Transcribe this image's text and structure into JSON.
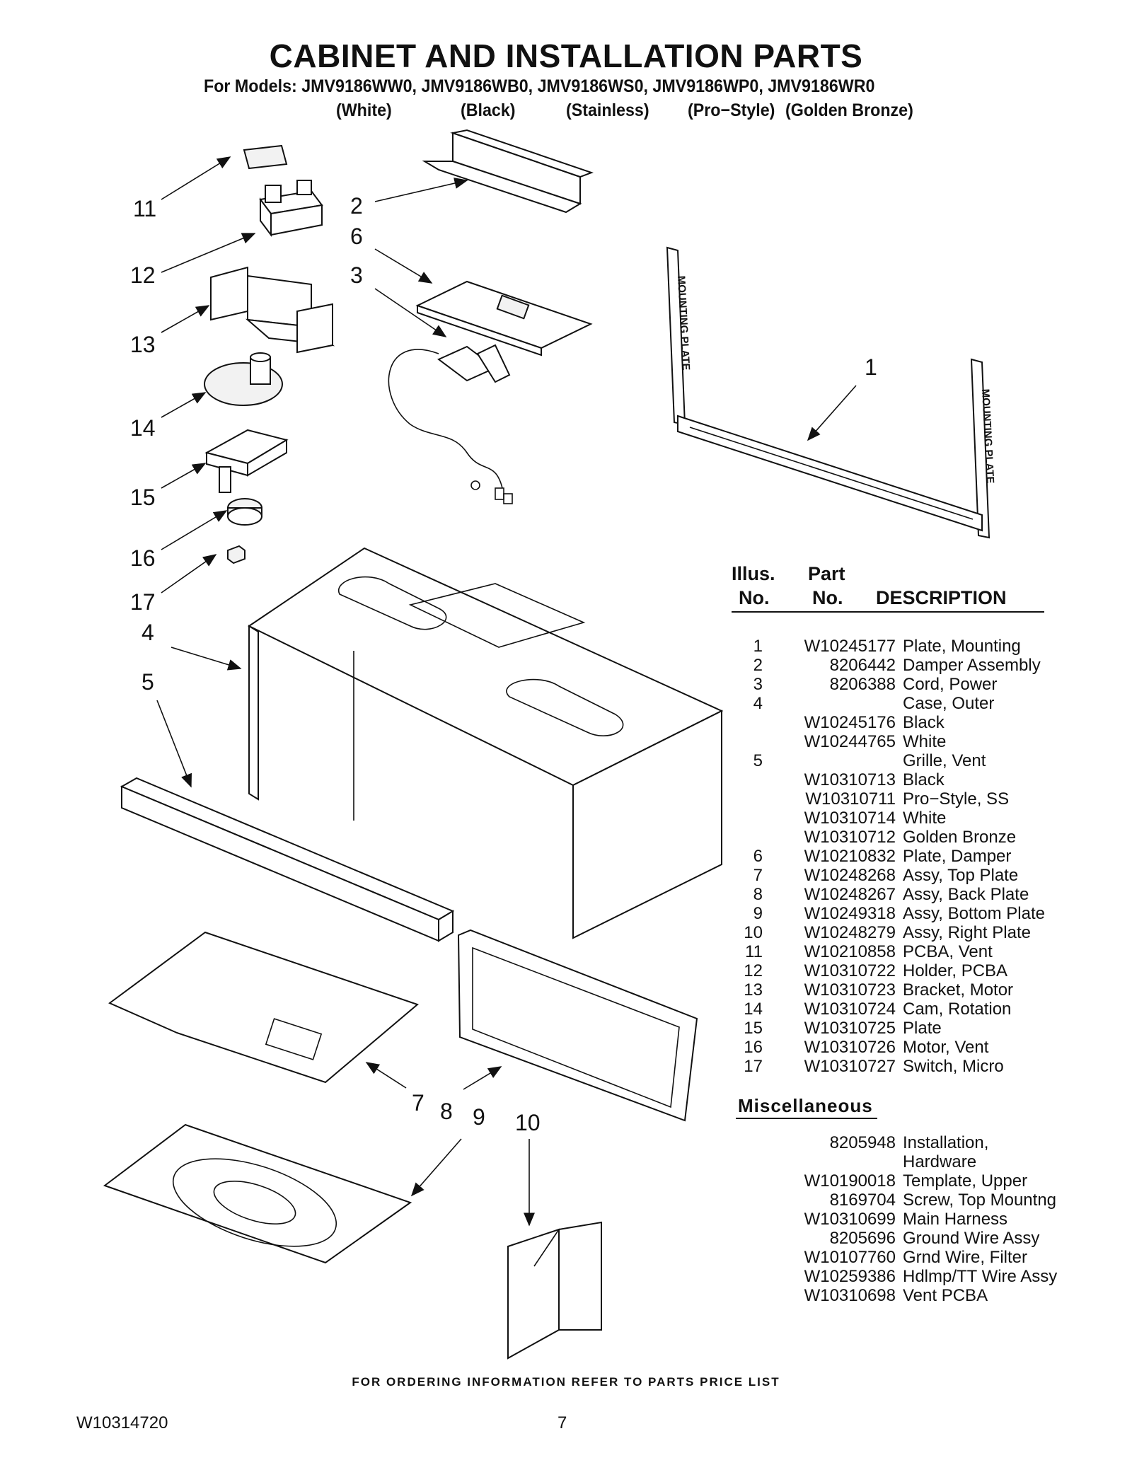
{
  "header": {
    "title": "CABINET AND INSTALLATION PARTS",
    "models_line": "For Models: JMV9186WW0, JMV9186WB0, JMV9186WS0, JMV9186WP0, JMV9186WR0",
    "variants": [
      "(White)",
      "(Black)",
      "(Stainless)",
      "(Pro−Style)",
      "(Golden Bronze)"
    ]
  },
  "diagram": {
    "callouts": [
      "1",
      "2",
      "3",
      "4",
      "5",
      "6",
      "7",
      "8",
      "9",
      "10",
      "11",
      "12",
      "13",
      "14",
      "15",
      "16",
      "17"
    ],
    "mounting_plate_text": "MOUNTING PLATE"
  },
  "table": {
    "col_illus_1": "Illus.",
    "col_illus_2": "No.",
    "col_part_1": "Part",
    "col_part_2": "No.",
    "col_desc": "DESCRIPTION",
    "rows": [
      {
        "no": "1",
        "part": "W10245177",
        "desc": "Plate, Mounting"
      },
      {
        "no": "2",
        "part": "8206442",
        "desc": "Damper Assembly"
      },
      {
        "no": "3",
        "part": "8206388",
        "desc": "Cord, Power"
      },
      {
        "no": "4",
        "part": "",
        "desc": "Case, Outer"
      },
      {
        "no": "",
        "part": "W10245176",
        "desc": "Black"
      },
      {
        "no": "",
        "part": "W10244765",
        "desc": "White"
      },
      {
        "no": "5",
        "part": "",
        "desc": "Grille, Vent"
      },
      {
        "no": "",
        "part": "W10310713",
        "desc": "Black"
      },
      {
        "no": "",
        "part": "W10310711",
        "desc": "Pro−Style, SS"
      },
      {
        "no": "",
        "part": "W10310714",
        "desc": "White"
      },
      {
        "no": "",
        "part": "W10310712",
        "desc": "Golden Bronze"
      },
      {
        "no": "6",
        "part": "W10210832",
        "desc": "Plate, Damper"
      },
      {
        "no": "7",
        "part": "W10248268",
        "desc": "Assy, Top Plate"
      },
      {
        "no": "8",
        "part": "W10248267",
        "desc": "Assy, Back Plate"
      },
      {
        "no": "9",
        "part": "W10249318",
        "desc": "Assy, Bottom Plate"
      },
      {
        "no": "10",
        "part": "W10248279",
        "desc": "Assy, Right Plate"
      },
      {
        "no": "11",
        "part": "W10210858",
        "desc": "PCBA, Vent"
      },
      {
        "no": "12",
        "part": "W10310722",
        "desc": "Holder, PCBA"
      },
      {
        "no": "13",
        "part": "W10310723",
        "desc": "Bracket, Motor"
      },
      {
        "no": "14",
        "part": "W10310724",
        "desc": "Cam, Rotation"
      },
      {
        "no": "15",
        "part": "W10310725",
        "desc": "Plate"
      },
      {
        "no": "16",
        "part": "W10310726",
        "desc": "Motor, Vent"
      },
      {
        "no": "17",
        "part": "W10310727",
        "desc": "Switch, Micro"
      }
    ]
  },
  "miscellaneous": {
    "title": "Miscellaneous",
    "rows": [
      {
        "part": "8205948",
        "desc": "Installation,"
      },
      {
        "part": "",
        "desc": "Hardware"
      },
      {
        "part": "W10190018",
        "desc": "Template, Upper"
      },
      {
        "part": "8169704",
        "desc": "Screw, Top Mountng"
      },
      {
        "part": "W10310699",
        "desc": "Main Harness"
      },
      {
        "part": "8205696",
        "desc": "Ground Wire Assy"
      },
      {
        "part": "W10107760",
        "desc": "Grnd Wire, Filter"
      },
      {
        "part": "W10259386",
        "desc": "Hdlmp/TT Wire Assy"
      },
      {
        "part": "W10310698",
        "desc": "Vent PCBA"
      }
    ]
  },
  "footer": {
    "ordering_note": "FOR ORDERING INFORMATION REFER TO PARTS PRICE LIST",
    "document_number": "W10314720",
    "page_number": "7"
  }
}
